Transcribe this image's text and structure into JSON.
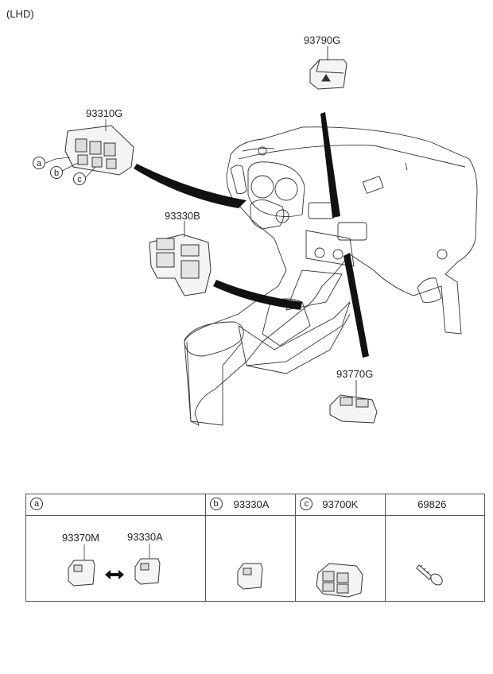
{
  "header": {
    "variant": "(LHD)"
  },
  "callouts": {
    "p93790G": "93790G",
    "p93310G": "93310G",
    "p93330B": "93330B",
    "p93770G": "93770G"
  },
  "letters": {
    "a": "a",
    "b": "b",
    "c": "c"
  },
  "table": {
    "col_a": {
      "letter": "a",
      "parts": [
        "93370M",
        "93330A"
      ]
    },
    "col_b": {
      "letter": "b",
      "part": "93330A"
    },
    "col_c": {
      "letter": "c",
      "part": "93700K"
    },
    "col_d": {
      "part": "69826"
    }
  }
}
